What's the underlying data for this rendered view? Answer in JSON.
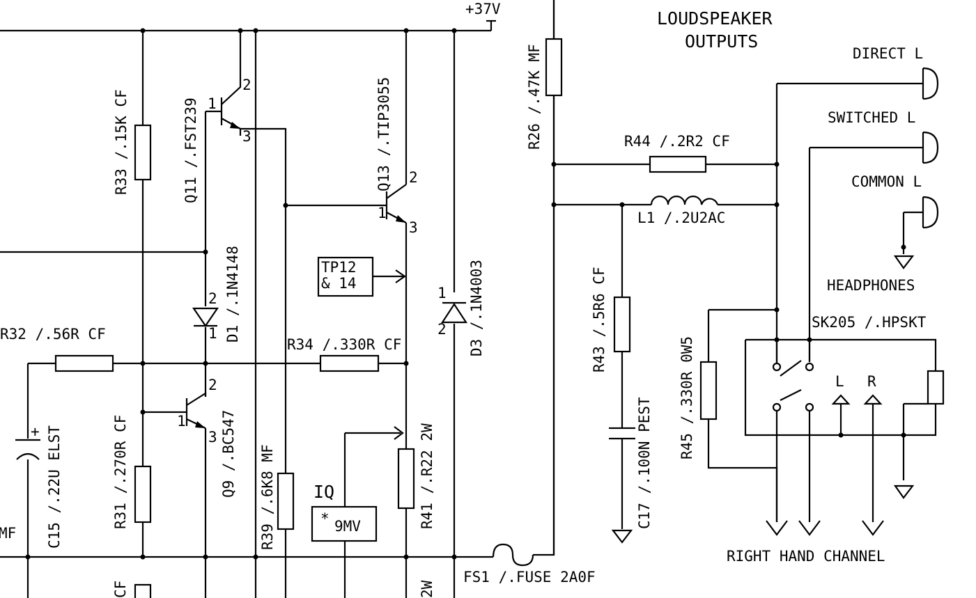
{
  "supply": "+37V",
  "headers": {
    "loudspeaker_line1": "LOUDSPEAKER",
    "loudspeaker_line2": "OUTPUTS",
    "right_hand": "RIGHT HAND CHANNEL",
    "headphones": "HEADPHONES"
  },
  "outputs": {
    "direct": "DIRECT L",
    "switched": "SWITCHED L",
    "common": "COMMON L"
  },
  "components": {
    "r33": "R33 /.15K CF",
    "q11": "Q11 /.FST239",
    "q13": "Q13 /.TIP3055",
    "r26": "R26 /.47K MF",
    "r44": "R44 /.2R2 CF",
    "l1": "L1 /.2U2AC",
    "d1": "D1 /.1N4148",
    "d3": "D3 /.1N4003",
    "tp_line1": "TP12",
    "tp_line2": "& 14",
    "r32": "R32 /.56R CF",
    "r34": "R34 /.330R CF",
    "r43": "R43 /.5R6 CF",
    "c17": "C17 /.100N PEST",
    "r45": "R45 /.330R 0W5",
    "sk205": "SK205 /.HPSKT",
    "c15": "C15 /.22U ELST",
    "r31": "R31 /.270R CF",
    "q9": "Q9 /.BC547",
    "r39": "R39 /.6K8 MF",
    "iq": "IQ",
    "mv": "9MV",
    "r41": "R41 /.R22 2W",
    "fs1": "FS1 /.FUSE 2A0F",
    "mf_fragment": "MF",
    "cf_fragment": "CF",
    "w2_fragment": "2W"
  },
  "pins": {
    "q11_b": "1",
    "q11_c": "2",
    "q11_e": "3",
    "q13_b": "1",
    "q13_c": "2",
    "q13_e": "3",
    "d1_a": "2",
    "d1_k": "1",
    "d3_k": "1",
    "d3_a": "2",
    "q9_b": "1",
    "q9_c": "2",
    "q9_e": "3"
  },
  "socket": {
    "left": "L",
    "right": "R",
    "asterisk": "*"
  },
  "c15_plus": "+"
}
